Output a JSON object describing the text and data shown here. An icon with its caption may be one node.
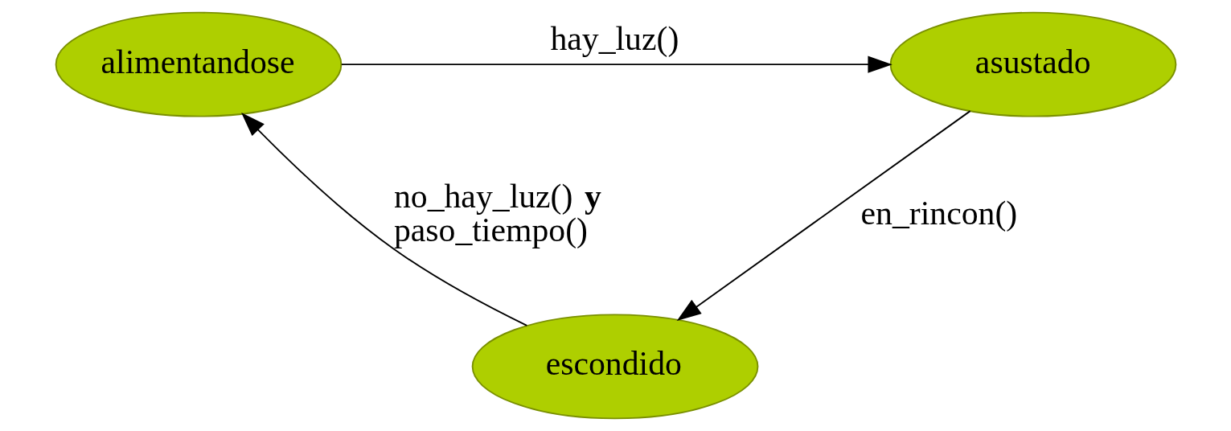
{
  "diagram": {
    "nodes": [
      {
        "text": [
          "alimentandose"
        ]
      },
      {
        "text": [
          "asustado"
        ]
      },
      {
        "text": [
          "escondido"
        ]
      }
    ],
    "edges": [
      {
        "from": 0,
        "to": 1,
        "arrow": "to",
        "label": "hay_luz()"
      },
      {
        "from": 1,
        "to": 2,
        "arrow": "to",
        "label": "en_rincon()"
      },
      {
        "from": 2,
        "to": 0,
        "arrow": "to",
        "label": "no_hay_luz() **y** paso_tiempo()"
      }
    ]
  }
}
